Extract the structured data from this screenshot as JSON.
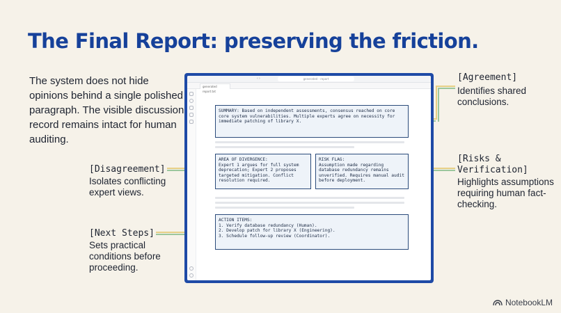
{
  "title": "The Final Report: preserving the friction.",
  "intro": "The system does not hide opinions behind a single polished paragraph. The visible discussion record remains intact for human auditing.",
  "callouts": {
    "agreement": {
      "head": "[Agreement]",
      "body": "Identifies shared conclusions."
    },
    "risks": {
      "head_line1": "[Risks &",
      "head_line2": "Verification]",
      "body": "Highlights assumptions requiring human fact-checking."
    },
    "disagreement": {
      "head": "[Disagreement]",
      "body": "Isolates conflicting expert views."
    },
    "next_steps": {
      "head": "[Next Steps]",
      "body": "Sets practical conditions before proceeding."
    }
  },
  "app": {
    "address": "generated - report",
    "tab_label": "generated report.txt",
    "summary": "SUMMARY: Based on independent assessments, consensus reached on core core system vulnerabilities. Multiple experts agree on necessity for immediate patching of library X.",
    "divergence": "AREA OF DIVERGENCE:\nExpert 1 argues for full system deprecation; Expert 2 proposes targeted mitigation. Conflict resolution required.",
    "risk_flag": "RISK FLAG:\nAssumption made regarding database redundancy remains unverified. Requires manual audit before deployment.",
    "action_items": "ACTION ITEMS:\n1. Verify database redundancy (Human).\n2. Develop patch for library X (Engineering).\n3. Schedule follow-up review (Coordinator)."
  },
  "brand": "NotebookLM",
  "colors": {
    "title": "#16419a",
    "window_frame": "#1e4aa6",
    "agreement_line": "#e6cf85",
    "risk_line": "#9cc79d",
    "background": "#f6f2e9"
  }
}
